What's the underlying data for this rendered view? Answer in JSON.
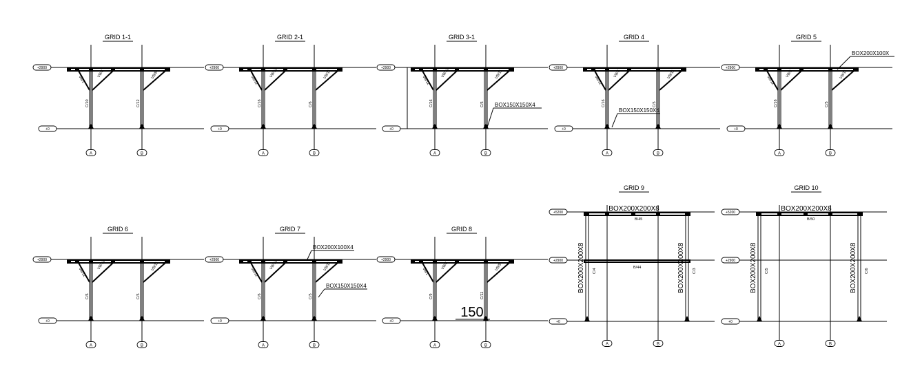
{
  "diagram": {
    "labels": {
      "level_upper": "+2900",
      "level_top": "+5200",
      "level_ground": "+0",
      "grid_a": "A",
      "grid_b": "B"
    },
    "panels": [
      {
        "id": "g1",
        "title": "GRID 1-1",
        "columns": [
          "C/10",
          "C/12"
        ],
        "braces": [
          "VB/1",
          "VB/8",
          "VB/8"
        ],
        "callouts": []
      },
      {
        "id": "g2",
        "title": "GRID 2-1",
        "columns": [
          "C/16",
          "C/6"
        ],
        "braces": [
          "VB/12",
          "VB/13",
          "VB/11"
        ],
        "callouts": []
      },
      {
        "id": "g3",
        "title": "GRID 3-1",
        "columns": [
          "C/16",
          "C/6"
        ],
        "braces": [
          "VB/12",
          "VB/13",
          "VB/11"
        ],
        "callouts": [
          "BOX150X150X4"
        ]
      },
      {
        "id": "g4",
        "title": "GRID 4",
        "columns": [
          "C/16",
          "C/5"
        ],
        "braces": [
          "VB/12",
          "VB/3",
          "VB/11"
        ],
        "callouts": [
          "BOX150X150X4"
        ]
      },
      {
        "id": "g5",
        "title": "GRID 5",
        "columns": [
          "C/16",
          "C/5"
        ],
        "braces": [
          "VB/12",
          "VB/3",
          "VB/11"
        ],
        "callouts": [
          "BOX200X100X"
        ]
      },
      {
        "id": "g6",
        "title": "GRID 6",
        "columns": [
          "C/6",
          "C/5"
        ],
        "braces": [
          "VB/12",
          "VB/13",
          "VB/11"
        ],
        "callouts": []
      },
      {
        "id": "g7",
        "title": "GRID 7",
        "columns": [
          "C/6",
          "C/5"
        ],
        "braces": [
          "VB/12",
          "VB/13",
          "VB/11"
        ],
        "callouts": [
          "BOX200X100X4",
          "BOX150X150X4"
        ]
      },
      {
        "id": "g8",
        "title": "GRID 8",
        "columns": [
          "C/9",
          "C/11"
        ],
        "braces": [
          "VB/1",
          "VB/8",
          "VB/9"
        ],
        "callouts": [
          "150"
        ]
      },
      {
        "id": "g9",
        "title": "GRID 9",
        "columns": [
          "C/4",
          "C/3"
        ],
        "beams": [
          "B/45",
          "B/44"
        ],
        "callouts": [
          "BOX200X200X8",
          "BOX200X200X8",
          "BOX200X200X8"
        ]
      },
      {
        "id": "g10",
        "title": "GRID 10",
        "columns": [
          "C/5",
          "C/6"
        ],
        "beams": [
          "B/50"
        ],
        "callouts": [
          "BOX200X200X8",
          "BOX200X200X8",
          "BOX200X200X8"
        ]
      }
    ]
  }
}
